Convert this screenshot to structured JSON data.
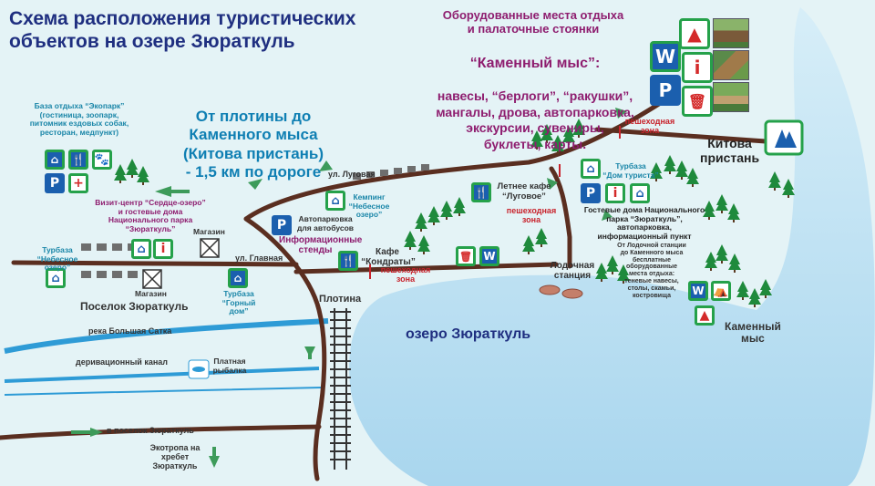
{
  "title": "Схема расположения  туристических\nобъектов на озере Зюраткуль",
  "subtitle": "От плотины до\nКаменного мыса\n(Китова пристань)\n- 1,5 км по дороге",
  "camennyi": {
    "heading": "Оборудованные места отдыха\nи палаточные стоянки",
    "name": "“Каменный мыс”:",
    "details": "навесы,  “берлоги”, “ракушки”,\nмангалы, дрова, автопарковка,\nэкскурсии, сувениры,\nбуклеты, карты."
  },
  "labels": {
    "ekopark": "База отдыха “Экопарк”\n(гостиница, зоопарк,\nпитомник ездовых собак,\nресторан, медпункт)",
    "visit_center": "Визит-центр “Сердце-озеро”\nи гостевые дома\nНационального парка\n“Зюраткуль”",
    "magazin1": "Магазин",
    "magazin2": "Магазин",
    "turbaza_nebo": "Турбаза\n“Небесное озеро”",
    "turbaza_gorny": "Турбаза\n“Горный дом”",
    "poselok": "Поселок Зюраткуль",
    "ul_glavnaya": "ул. Главная",
    "ul_lugovaya": "ул. Луговая",
    "kemping": "Кемпинг\n“Небесное озеро”",
    "avtoparkovka": "Автопарковка\nдля автобусов",
    "info_stands": "Информационные\nстенды",
    "kafe_kondraty_1": "Кафе",
    "kafe_kondraty_2": "“Кондраты”",
    "peshehod1": "пешеходная\nзона",
    "peshehod2": "пешеходная\nзона",
    "peshehod3": "пешеходная\nзона",
    "letnee_kafe": "Летнее кафе\n“Луговое”",
    "lodochnaya": "Лодочная\nстанция",
    "turbaza_dom": "Турбаза\n“Дом туриста”",
    "guest_houses": "Гостевые дома Национального\nпарка “Зюраткуль”, автопарковка,\nинформационный пункт",
    "kamenny_note": "От Лодочной станции\nдо Каменного мыса\nбесплатные\nоборудованные\nместа отдыха:\nтеневые навесы,\nстолы, скамьи,\nкостровища",
    "kitova": "Китова\nпристань",
    "kamenny_mys": "Каменный\nмыс",
    "plotina": "Плотина",
    "lake": "озеро Зюраткуль",
    "reka": "река Большая Сатка",
    "kanal": "деривационный канал",
    "rybalka": "Платная\nрыбалка",
    "v_poselok": "в поселок Зюраткуль",
    "ekotropa": "Экотропа на хребет\nЗюраткуль"
  },
  "icons": {
    "parking": "P",
    "wc": "W",
    "info": "i",
    "food": "🍴",
    "medical": "+",
    "house": "⌂",
    "trash": "🗑",
    "fire": "▲"
  },
  "colors": {
    "road": "#5a2e20",
    "water": "#2e9bd6",
    "lake": "#bfe2f4",
    "tree": "#1f8a3c",
    "title": "#1f2f80",
    "accent": "#8e1d6f"
  }
}
